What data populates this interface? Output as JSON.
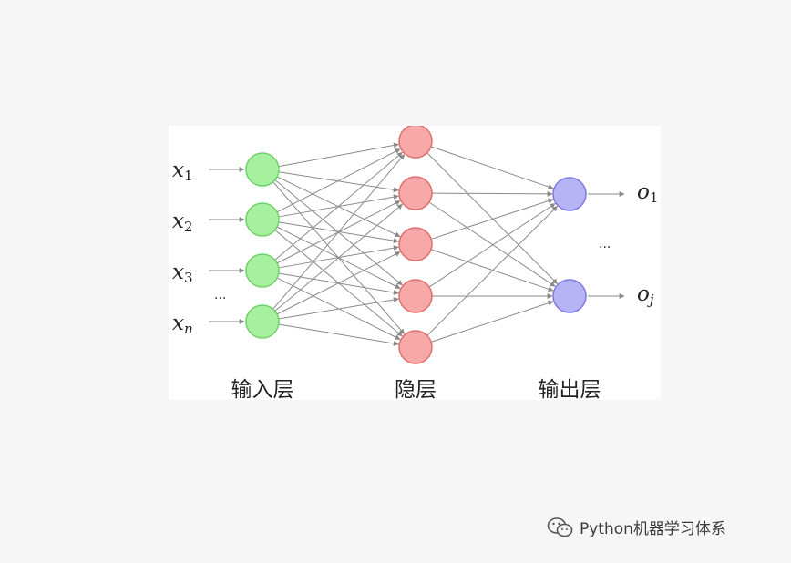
{
  "diagram": {
    "inputs": [
      {
        "base": "x",
        "sub": "1"
      },
      {
        "base": "x",
        "sub": "2"
      },
      {
        "base": "x",
        "sub": "3"
      },
      {
        "base": "x",
        "sub": "n"
      }
    ],
    "input_ellipsis": "...",
    "outputs": [
      {
        "base": "o",
        "sub": "1"
      },
      {
        "base": "o",
        "sub": "j"
      }
    ],
    "output_ellipsis": "...",
    "layer_labels": {
      "input": "输入层",
      "hidden": "隐层",
      "output": "输出层"
    },
    "layer_sizes": {
      "input": 4,
      "hidden": 5,
      "output": 2
    },
    "colors": {
      "input_fill": "#a7f0a0",
      "input_stroke": "#6fd36a",
      "hidden_fill": "#f7a9a9",
      "hidden_stroke": "#e06d6d",
      "output_fill": "#b6b4f5",
      "output_stroke": "#7d7adf",
      "edge": "#8a8a8a"
    }
  },
  "watermark": {
    "icon": "wechat-icon",
    "text": "Python机器学习体系"
  }
}
